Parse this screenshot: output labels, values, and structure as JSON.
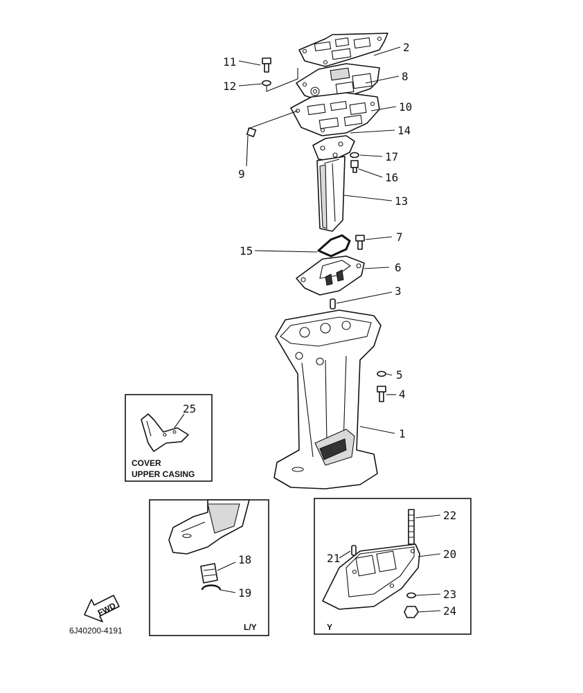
{
  "diagram": {
    "part_numbers": [
      "1",
      "2",
      "3",
      "4",
      "5",
      "6",
      "7",
      "8",
      "9",
      "10",
      "11",
      "12",
      "13",
      "14",
      "15",
      "16",
      "17",
      "18",
      "19",
      "20",
      "21",
      "22",
      "23",
      "24",
      "25"
    ],
    "inset_cover": {
      "number": "25",
      "caption_line1": "COVER",
      "caption_line2": "UPPER CASING"
    },
    "inset_ly": {
      "label": "L/Y",
      "numbers": [
        "18",
        "19"
      ]
    },
    "inset_y": {
      "label": "Y",
      "numbers": [
        "20",
        "21",
        "22",
        "23",
        "24"
      ]
    },
    "fwd_label": "FWD",
    "drawing_code": "6J40200-4191"
  }
}
